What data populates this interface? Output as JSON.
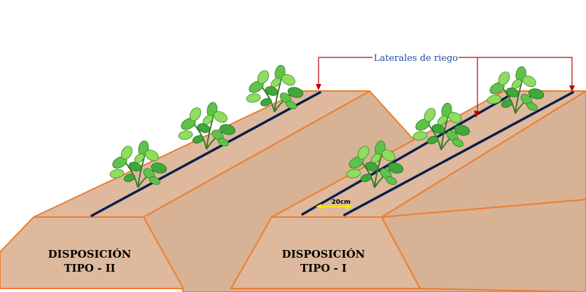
{
  "callout": {
    "label": "Laterales de riego"
  },
  "ridges": [
    {
      "id": "tipo-ii",
      "label_line1": "DISPOSICIÓN",
      "label_line2": "TIPO - II",
      "plants": 3,
      "laterals": 1
    },
    {
      "id": "tipo-i",
      "label_line1": "DISPOSICIÓN",
      "label_line2": "TIPO - I",
      "plants": 3,
      "laterals": 2
    }
  ],
  "spacing": {
    "label": "20cm"
  },
  "colors": {
    "soil": "#deb99d",
    "soil_edge": "#ed7d31",
    "lateral_pipe": "#0b1f4d",
    "callout_arrow": "#c00000",
    "callout_text": "#1f4e9c",
    "measure_line": "#ffe600",
    "plant_green": "#5fc24a"
  }
}
